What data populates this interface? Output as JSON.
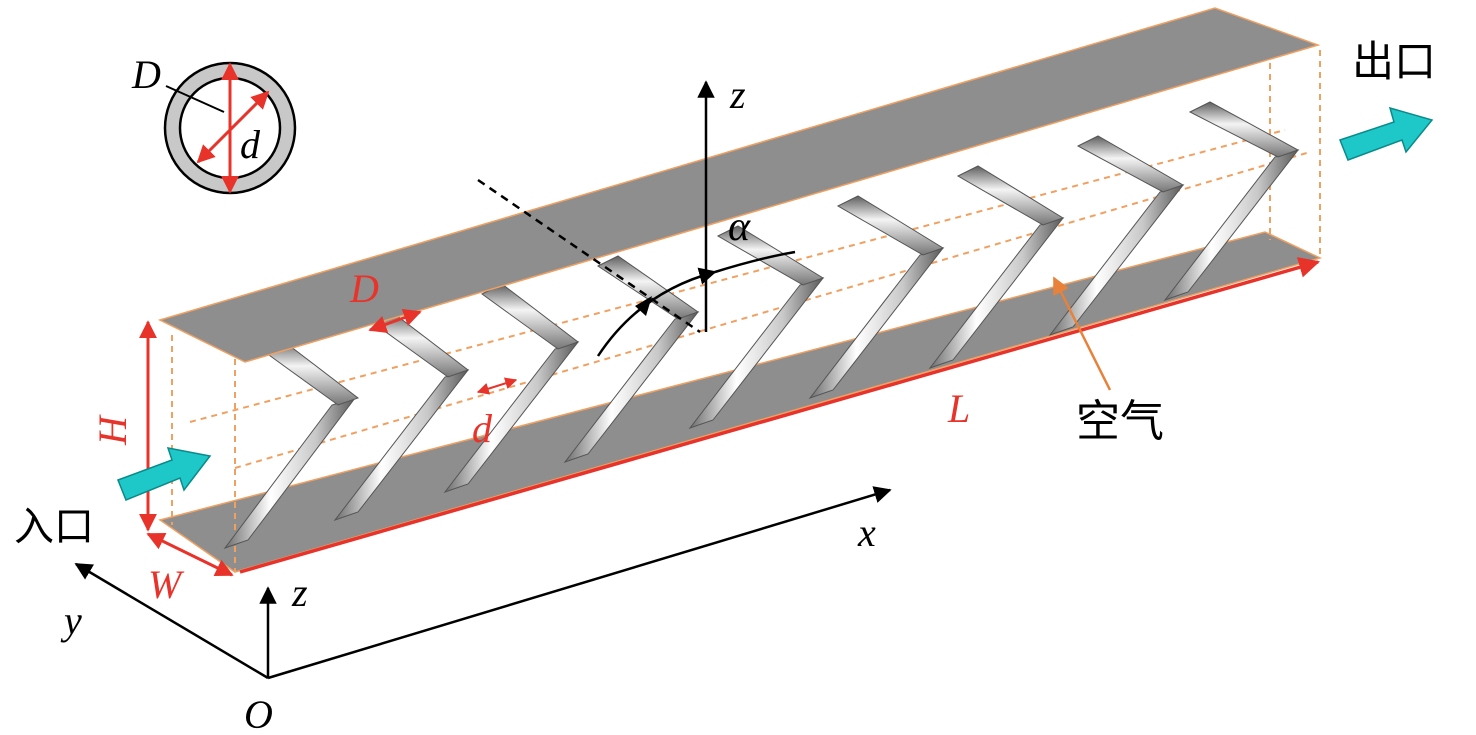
{
  "labels": {
    "outlet": "出口",
    "inlet": "入口",
    "air": "空气",
    "z_top": "z",
    "alpha": "α",
    "x_axis": "x",
    "y_axis": "y",
    "z_origin": "z",
    "origin": "O",
    "D_cross": "D",
    "d_cross": "d",
    "D_dim": "D",
    "d_dim": "d",
    "H_dim": "H",
    "W_dim": "W",
    "L_dim": "L"
  },
  "colors": {
    "dimension_red": "#e8332a",
    "flow_arrow": "#1ec8c8",
    "air_pointer": "#e8823a",
    "plate_gray": "#8e8e8e",
    "boundary_orange": "#f0a060"
  },
  "icons": {
    "inlet_flow": "flow-arrow-icon",
    "outlet_flow": "flow-arrow-icon",
    "cross_section": "tube-cross-section-icon"
  }
}
